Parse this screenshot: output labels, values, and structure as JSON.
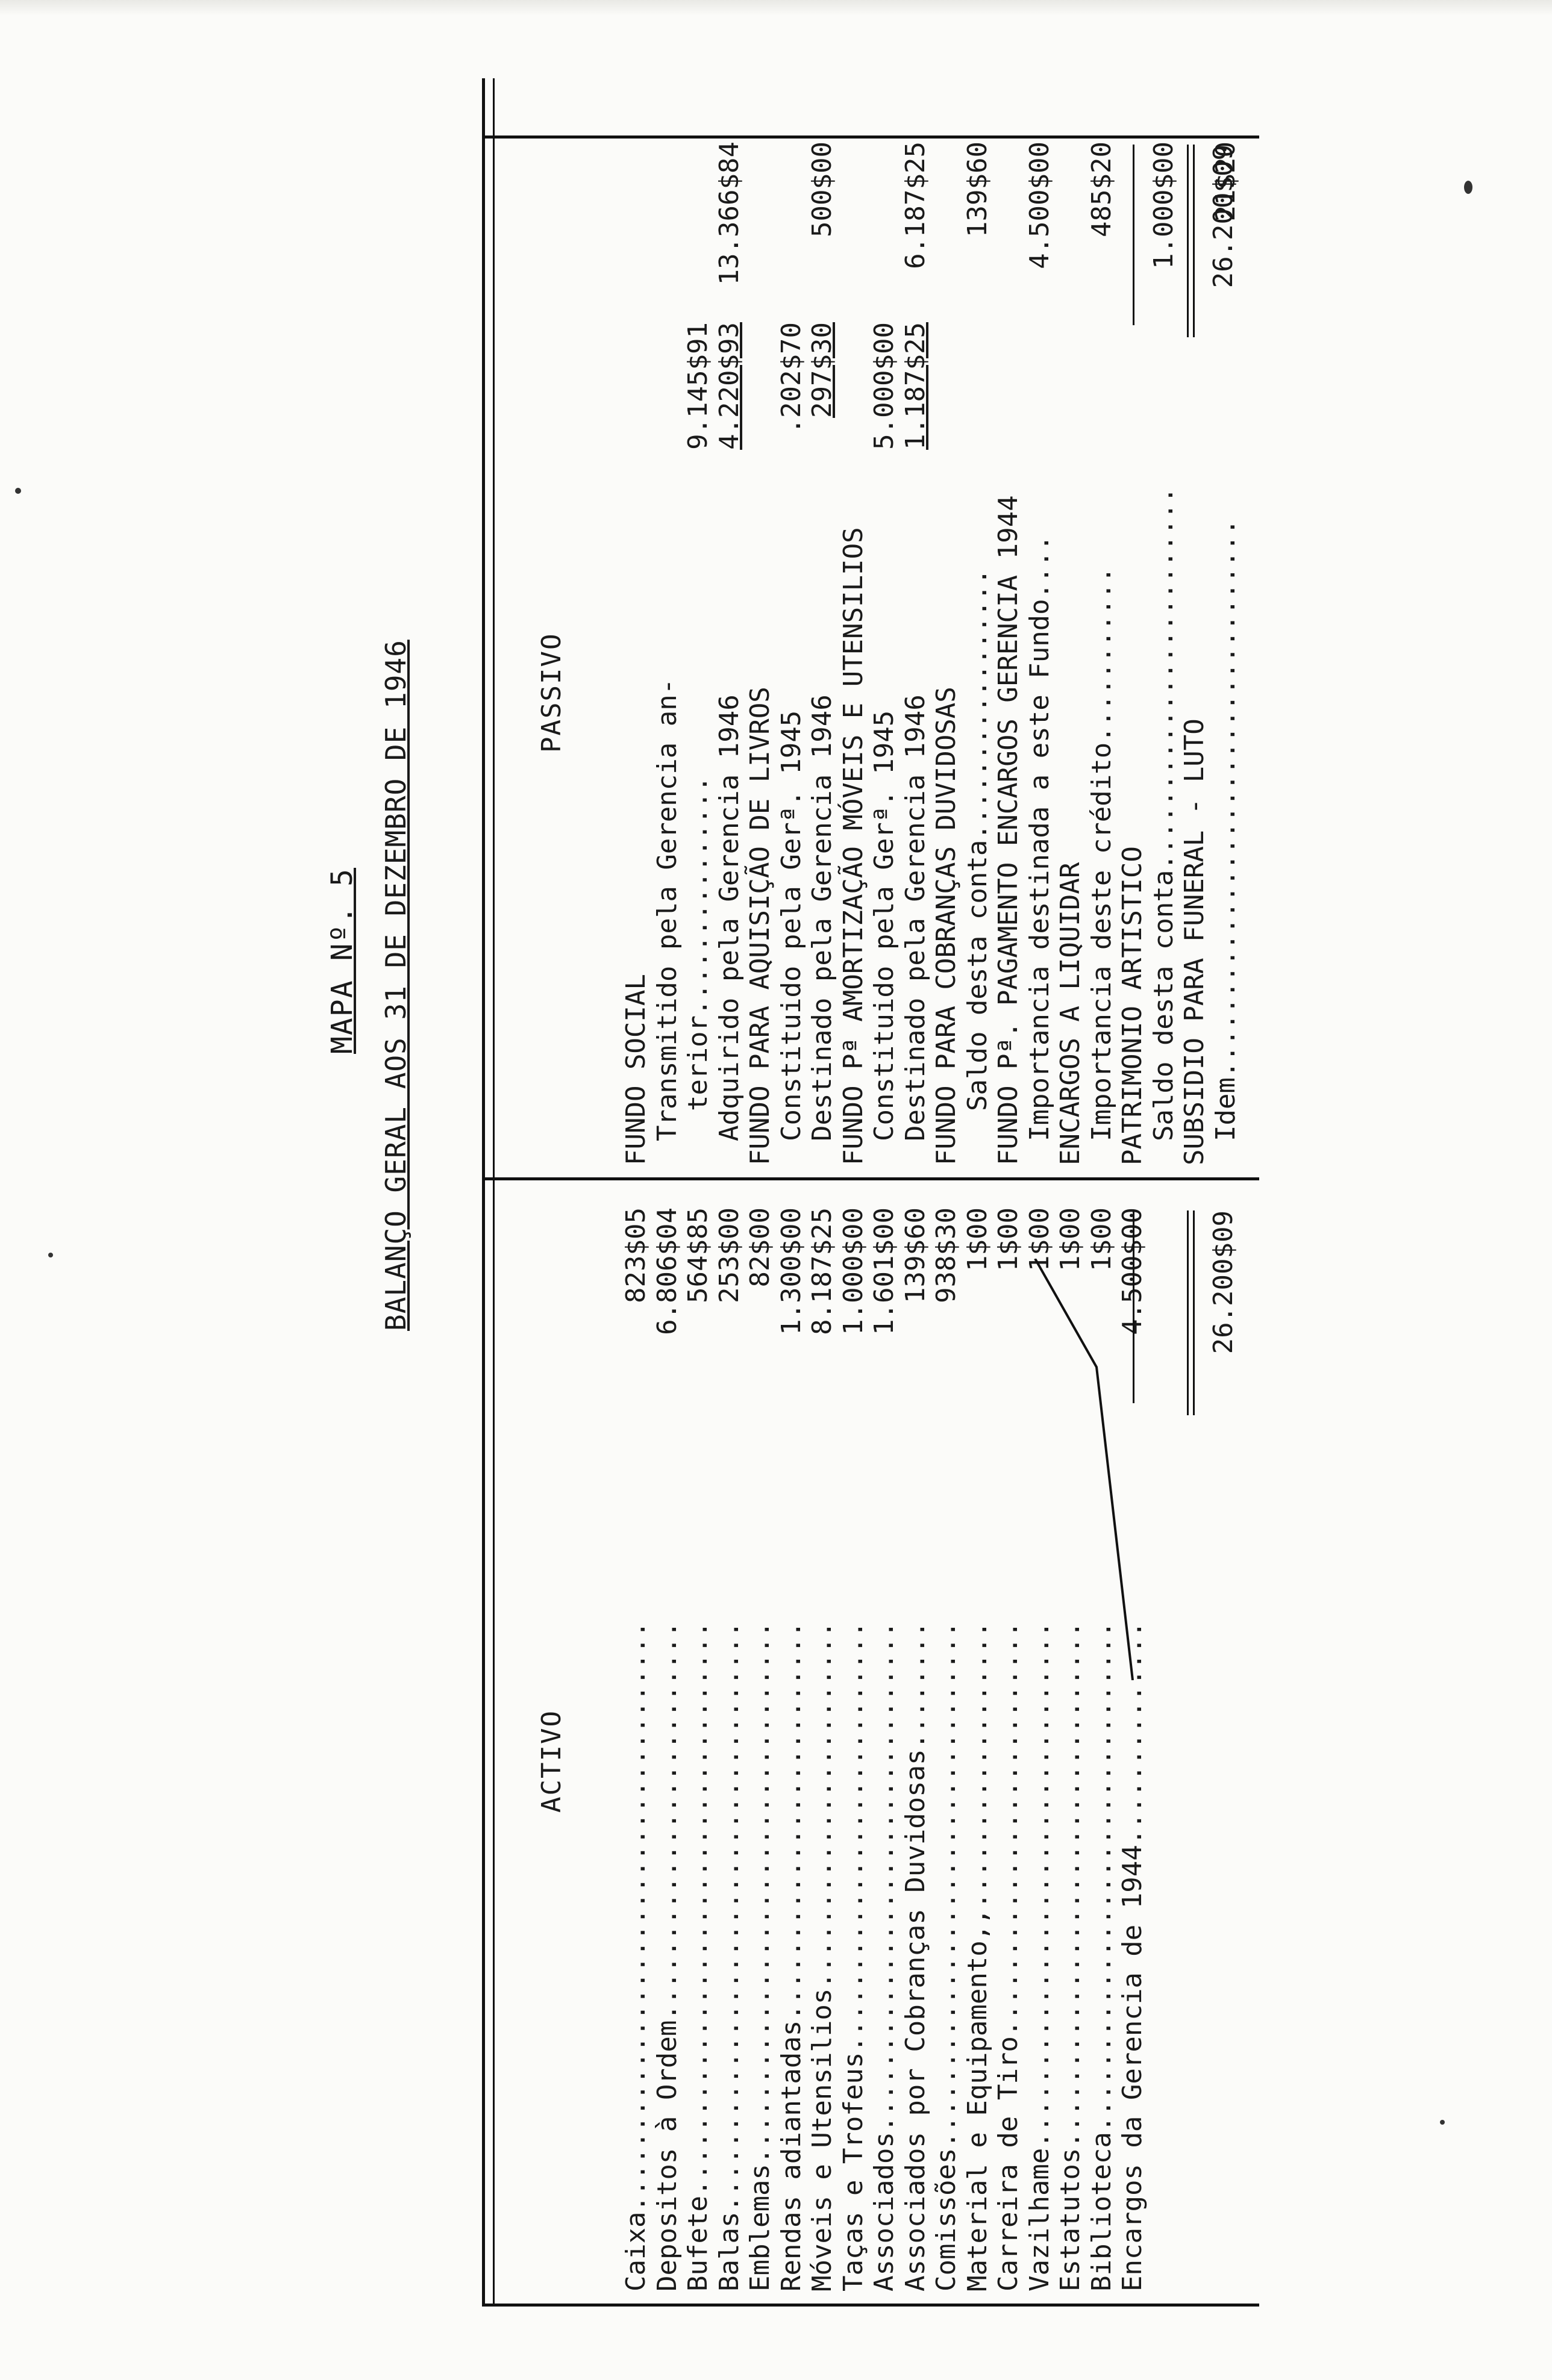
{
  "header": {
    "mapa": "MAPA Nº. 5",
    "title": "BALANÇO GERAL AOS 31 DE DEZEMBRO DE 1946"
  },
  "activo": {
    "heading": "ACTIVO",
    "items": [
      {
        "label": "Caixa.....................................",
        "value": "823$05"
      },
      {
        "label": "Depositos à Ordem.........................",
        "value": "6.806$04"
      },
      {
        "label": "Bufete....................................",
        "value": "564$85"
      },
      {
        "label": "Balas.....................................",
        "value": "253$00"
      },
      {
        "label": "Emblemas..................................",
        "value": "82$00"
      },
      {
        "label": "Rendas adiantadas.........................",
        "value": "1.300$00"
      },
      {
        "label": "Móveis e Utensilios.......................",
        "value": "8.187$25"
      },
      {
        "label": "Taças e Trofeus...........................",
        "value": "1.000$00"
      },
      {
        "label": "Associados................................",
        "value": "1.601$00"
      },
      {
        "label": "Associados por Cobranças Duvidosas........",
        "value": "139$60"
      },
      {
        "label": "Comissões.................................",
        "value": "938$30"
      },
      {
        "label": "Material e Equipamento,,..................",
        "value": "1$00"
      },
      {
        "label": "Carreira de Tiro..........................",
        "value": "1$00"
      },
      {
        "label": "Vazilhame.................................",
        "value": "1$00"
      },
      {
        "label": "Estatutos.................................",
        "value": "1$00"
      },
      {
        "label": "Biblioteca................................",
        "value": "1$00"
      },
      {
        "label": "Encargos da Gerencia de 1944..............",
        "value": "4.500$00"
      }
    ],
    "total": "26.200$09"
  },
  "passivo": {
    "heading": "PASSIVO",
    "rows": [
      {
        "label": "FUNDO SOCIAL",
        "indent": 0,
        "sub": "",
        "sub_ul": false,
        "total": ""
      },
      {
        "label": "Transmitido pela Gerencia an-",
        "indent": 1,
        "sub": "",
        "sub_ul": false,
        "total": ""
      },
      {
        "label": "terior...............",
        "indent": 2,
        "sub": "9.145$91",
        "sub_ul": false,
        "total": ""
      },
      {
        "label": "Adquirido pela Gerencia 1946",
        "indent": 1,
        "sub": "4.220$93",
        "sub_ul": true,
        "total": "13.366$84"
      },
      {
        "label": "FUNDO PARA AQUISIÇÃO DE LIVROS",
        "indent": 0,
        "sub": "",
        "sub_ul": false,
        "total": ""
      },
      {
        "label": "Constituido pela Gerª. 1945",
        "indent": 1,
        "sub": ".202$70",
        "sub_ul": false,
        "total": ""
      },
      {
        "label": "Destinado pela Gerencia 1946",
        "indent": 1,
        "sub": "297$30",
        "sub_ul": true,
        "total": "500$00"
      },
      {
        "label": "FUNDO Pª AMORTIZAÇÃO MÓVEIS E UTENSILIOS",
        "indent": 0,
        "sub": "",
        "sub_ul": false,
        "total": ""
      },
      {
        "label": "Constituido pela Gerª. 1945",
        "indent": 1,
        "sub": "5.000$00",
        "sub_ul": false,
        "total": ""
      },
      {
        "label": "Destinado pela Gerencia 1946",
        "indent": 1,
        "sub": "1.187$25",
        "sub_ul": true,
        "total": "6.187$25"
      },
      {
        "label": "FUNDO PARA COBRANÇAS DUVIDOSAS",
        "indent": 0,
        "sub": "",
        "sub_ul": false,
        "total": ""
      },
      {
        "label": "Saldo desta conta.................",
        "indent": 2,
        "sub": "",
        "sub_ul": false,
        "total": "139$60"
      },
      {
        "label": "FUNDO Pª. PAGAMENTO ENCARGOS GERENCIA 1944",
        "indent": 0,
        "sub": "",
        "sub_ul": false,
        "total": ""
      },
      {
        "label": "Importancia destinada a este Fundo....",
        "indent": 1,
        "sub": "",
        "sub_ul": false,
        "total": "4.500$00"
      },
      {
        "label": "ENCARGOS A LIQUIDAR",
        "indent": 0,
        "sub": "",
        "sub_ul": false,
        "total": ""
      },
      {
        "label": "Importancia deste crédito...........",
        "indent": 1,
        "sub": "",
        "sub_ul": false,
        "total": "485$20"
      },
      {
        "label": "PATRIMONIO ARTISTICO",
        "indent": 0,
        "sub": "",
        "sub_ul": false,
        "total": ""
      },
      {
        "label": "Saldo desta conta........................",
        "indent": 1,
        "sub": "",
        "sub_ul": false,
        "total": "1.000$00"
      },
      {
        "label": "SUBSIDIO PARA FUNERAL - LUTO",
        "indent": 0,
        "sub": "",
        "sub_ul": false,
        "total": ""
      },
      {
        "label": "Idem...................................",
        "indent": 1,
        "sub": "",
        "sub_ul": false,
        "total": "21$20"
      }
    ],
    "total": "26.200$09"
  }
}
